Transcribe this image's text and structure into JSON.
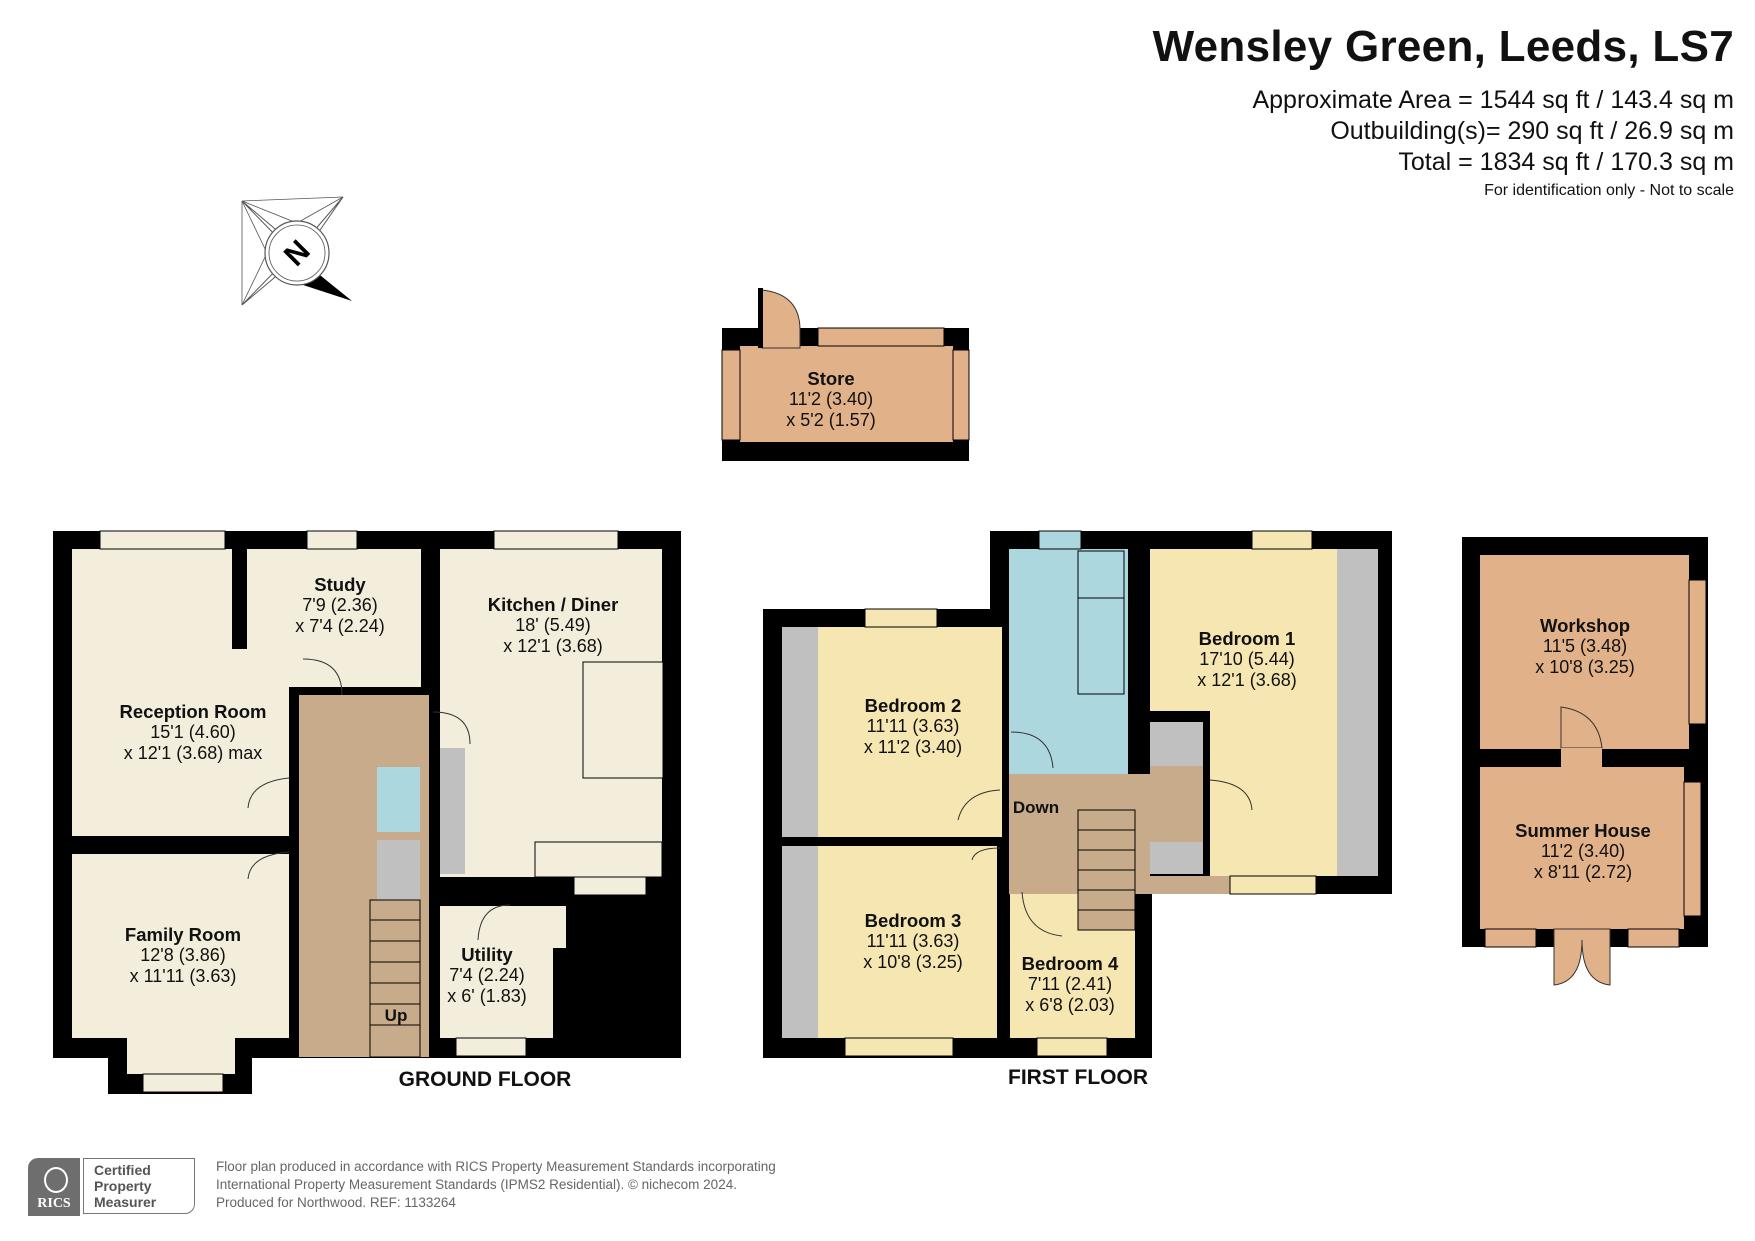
{
  "header": {
    "title": "Wensley Green, Leeds, LS7",
    "approximate_area": "Approximate Area = 1544 sq ft / 143.4 sq m",
    "outbuildings": "Outbuilding(s)= 290 sq ft / 26.9 sq m",
    "total": "Total = 1834 sq ft / 170.3 sq m",
    "disclaimer": "For identification only - Not to scale"
  },
  "compass": {
    "icon": "north-compass-icon",
    "letter": "N"
  },
  "floors": {
    "ground": {
      "label": "GROUND FLOOR"
    },
    "first": {
      "label": "FIRST FLOOR"
    }
  },
  "rooms": {
    "store": {
      "name": "Store",
      "dim1": "11'2 (3.40)",
      "dim2": "x 5'2 (1.57)"
    },
    "reception": {
      "name": "Reception Room",
      "dim1": "15'1 (4.60)",
      "dim2": "x 12'1 (3.68) max"
    },
    "study": {
      "name": "Study",
      "dim1": "7'9 (2.36)",
      "dim2": "x 7'4 (2.24)"
    },
    "kitchen": {
      "name": "Kitchen / Diner",
      "dim1": "18' (5.49)",
      "dim2": "x 12'1 (3.68)"
    },
    "family": {
      "name": "Family Room",
      "dim1": "12'8 (3.86)",
      "dim2": "x 11'11 (3.63)"
    },
    "utility": {
      "name": "Utility",
      "dim1": "7'4 (2.24)",
      "dim2": "x 6' (1.83)"
    },
    "bedroom1": {
      "name": "Bedroom 1",
      "dim1": "17'10 (5.44)",
      "dim2": "x 12'1 (3.68)"
    },
    "bedroom2": {
      "name": "Bedroom 2",
      "dim1": "11'11 (3.63)",
      "dim2": "x 11'2 (3.40)"
    },
    "bedroom3": {
      "name": "Bedroom 3",
      "dim1": "11'11 (3.63)",
      "dim2": "x 10'8 (3.25)"
    },
    "bedroom4": {
      "name": "Bedroom 4",
      "dim1": "7'11 (2.41)",
      "dim2": "x 6'8 (2.03)"
    },
    "workshop": {
      "name": "Workshop",
      "dim1": "11'5 (3.48)",
      "dim2": "x 10'8 (3.25)"
    },
    "summerhouse": {
      "name": "Summer House",
      "dim1": "11'2 (3.40)",
      "dim2": "x 8'11 (2.72)"
    }
  },
  "stairs": {
    "up_label": "Up",
    "down_label": "Down"
  },
  "colors": {
    "wall": "#000000",
    "room_cream": "#f2eedb",
    "bedroom_yellow": "#f5e6b2",
    "hall_tan": "#c7ab8a",
    "bathroom_blue": "#acd7df",
    "outbuilding_orange": "#e1b189",
    "storage_grey": "#c0c0c0"
  },
  "footer": {
    "rics_logo": "RICS",
    "badge_line1": "Certified",
    "badge_line2": "Property",
    "badge_line3": "Measurer",
    "line1": "Floor plan produced in accordance with RICS Property Measurement Standards incorporating",
    "line2": "International Property Measurement Standards (IPMS2 Residential).   © nichecom 2024.",
    "line3": "Produced for Northwood.   REF:  1133264"
  }
}
